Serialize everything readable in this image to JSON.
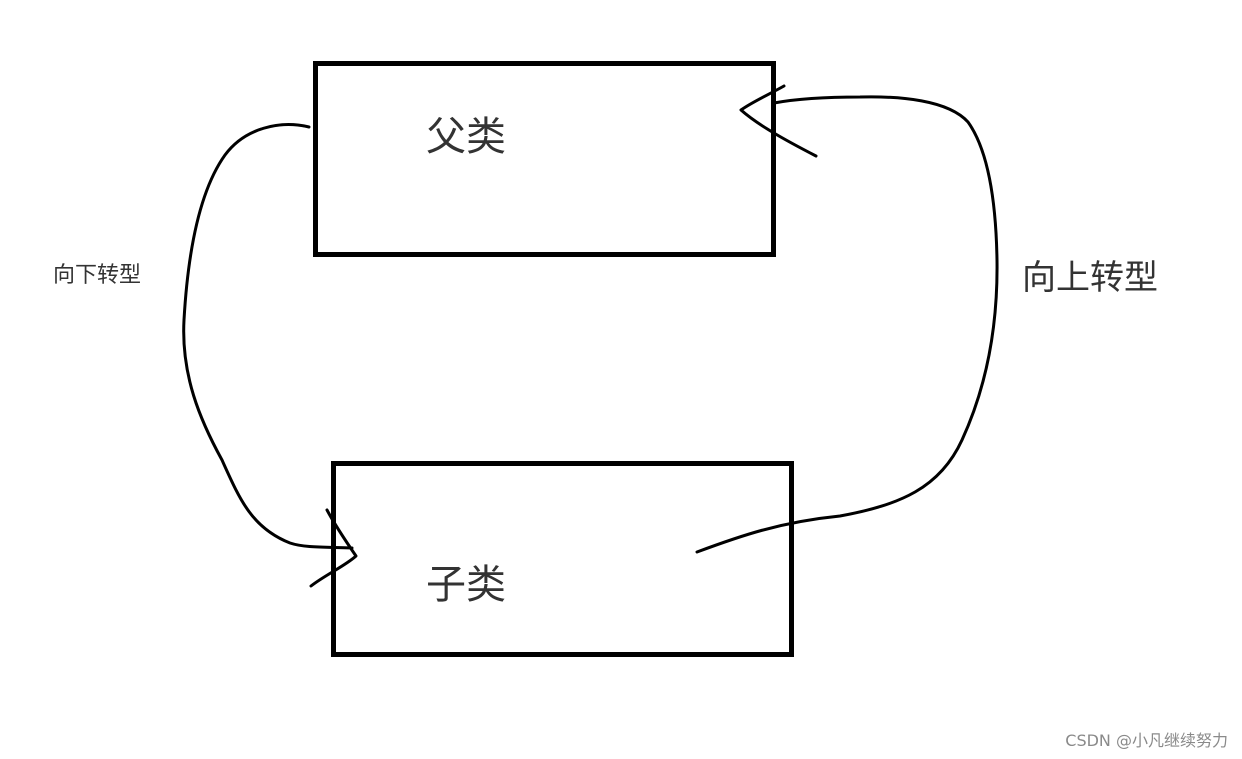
{
  "diagram": {
    "nodes": {
      "parent": {
        "label": "父类"
      },
      "child": {
        "label": "子类"
      }
    },
    "edges": {
      "downcast": {
        "label": "向下转型",
        "from": "parent",
        "to": "child"
      },
      "upcast": {
        "label": "向上转型",
        "from": "child",
        "to": "parent"
      }
    },
    "stroke_color": "#000000",
    "text_color": "#333333",
    "background": "#ffffff"
  },
  "watermark": "CSDN @小凡继续努力"
}
